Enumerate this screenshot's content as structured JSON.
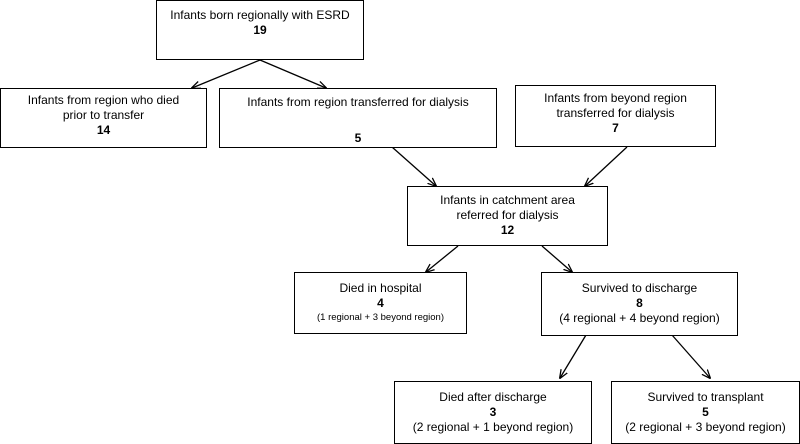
{
  "nodes": {
    "born": {
      "label": "Infants born regionally with ESRD",
      "count": "19"
    },
    "died_prior": {
      "label": "Infants from region who died prior to transfer",
      "count": "14"
    },
    "transferred": {
      "label": "Infants from region transferred for dialysis",
      "count": "5"
    },
    "beyond": {
      "label": "Infants from beyond region transferred for dialysis",
      "count": "7"
    },
    "catchment": {
      "label": "Infants in catchment area referred for dialysis",
      "count": "12"
    },
    "died_hospital": {
      "label": "Died in hospital",
      "count": "4",
      "detail": "(1 regional + 3 beyond region)"
    },
    "survived_discharge": {
      "label": "Survived to discharge",
      "count": "8",
      "detail": "(4 regional + 4 beyond region)"
    },
    "died_after": {
      "label": "Died after discharge",
      "count": "3",
      "detail": "(2 regional + 1 beyond region)"
    },
    "survived_transplant": {
      "label": "Survived to transplant",
      "count": "5",
      "detail": "(2 regional + 3 beyond region)"
    }
  },
  "edges": [
    [
      "born",
      "died_prior"
    ],
    [
      "born",
      "transferred"
    ],
    [
      "transferred",
      "catchment"
    ],
    [
      "beyond",
      "catchment"
    ],
    [
      "catchment",
      "died_hospital"
    ],
    [
      "catchment",
      "survived_discharge"
    ],
    [
      "survived_discharge",
      "died_after"
    ],
    [
      "survived_discharge",
      "survived_transplant"
    ]
  ]
}
